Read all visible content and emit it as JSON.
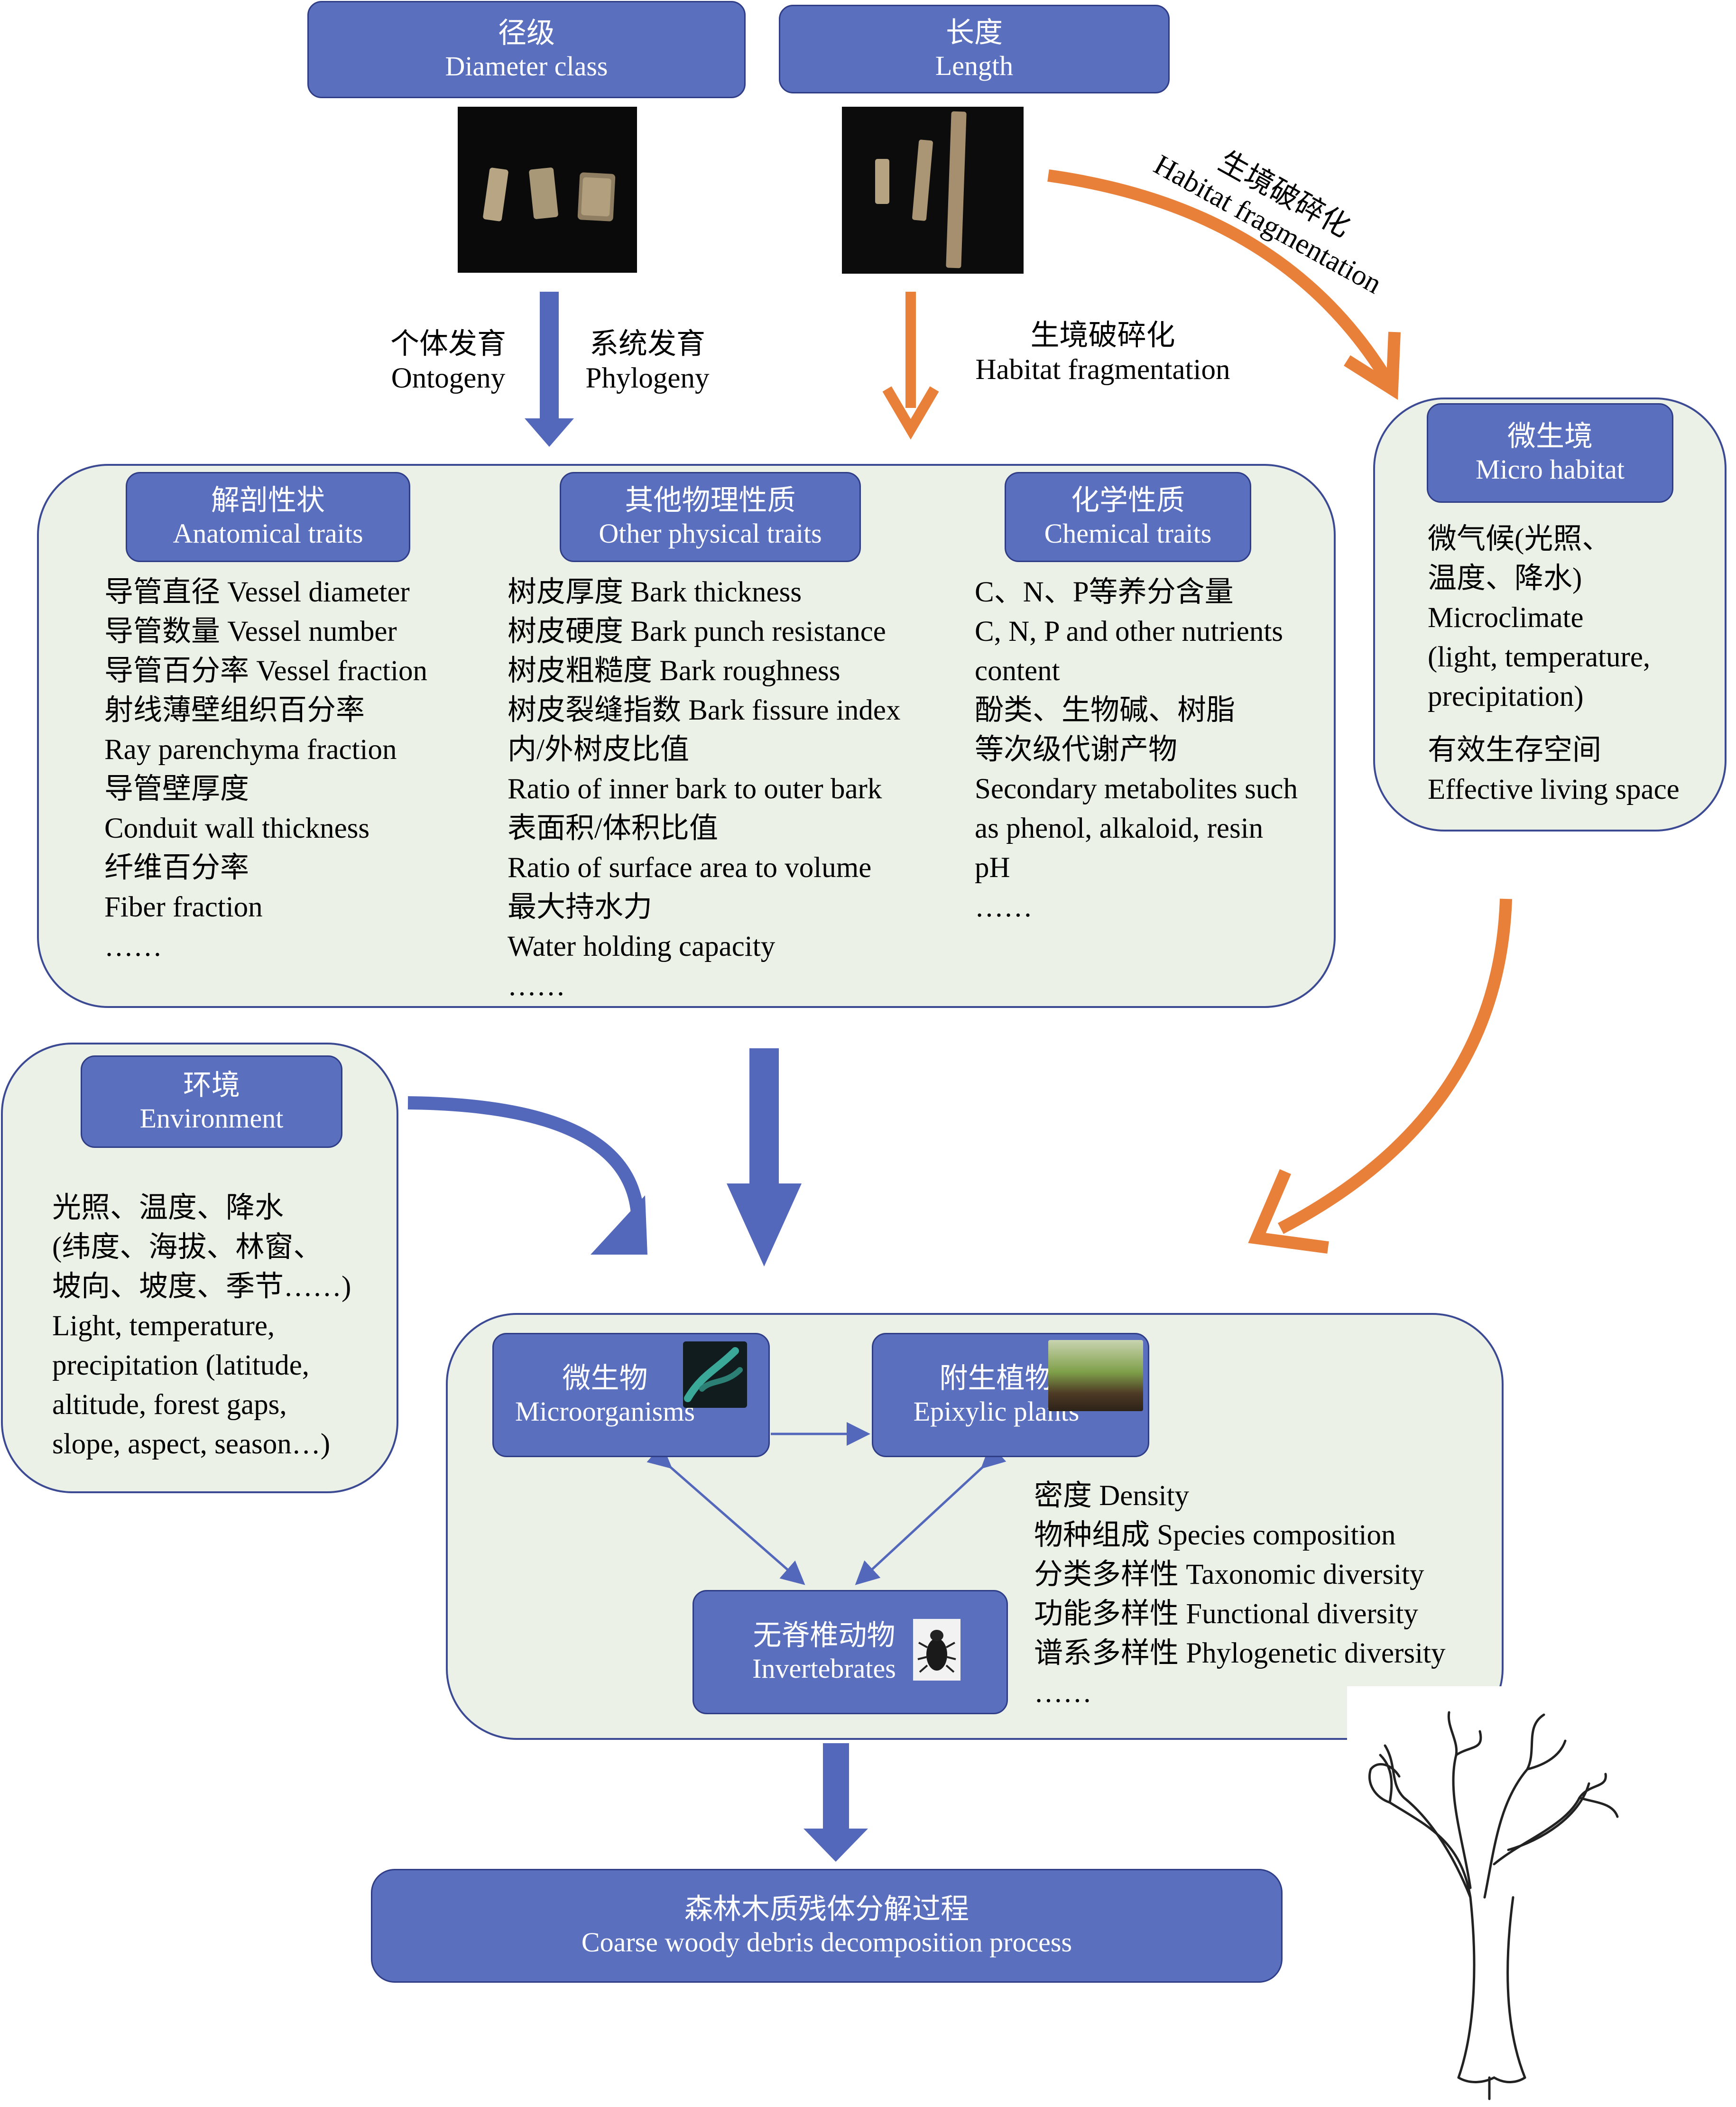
{
  "top": {
    "diameter": {
      "zh": "径级",
      "en": "Diameter class"
    },
    "length": {
      "zh": "长度",
      "en": "Length"
    }
  },
  "arrow_labels": {
    "ontogeny": {
      "zh": "个体发育",
      "en": "Ontogeny"
    },
    "phylogeny": {
      "zh": "系统发育",
      "en": "Phylogeny"
    },
    "habitat_mid": {
      "zh": "生境破碎化",
      "en": "Habitat fragmentation"
    },
    "habitat_curve": {
      "zh": "生境破碎化",
      "en": "Habitat fragmentation"
    }
  },
  "micro_habitat": {
    "header": {
      "zh": "微生境",
      "en": "Micro habitat"
    },
    "lines": [
      "微气候(光照、",
      "温度、降水)",
      "Microclimate",
      "(light, temperature,",
      "precipitation)"
    ],
    "lines2": [
      "有效生存空间",
      "Effective living space"
    ]
  },
  "traits": {
    "anatomical": {
      "header": {
        "zh": "解剖性状",
        "en": "Anatomical traits"
      },
      "lines": [
        "导管直径 Vessel diameter",
        "导管数量 Vessel number",
        "导管百分率 Vessel fraction",
        "射线薄壁组织百分率",
        "Ray parenchyma fraction",
        "导管壁厚度",
        "Conduit wall thickness",
        "纤维百分率",
        "Fiber fraction",
        "……"
      ]
    },
    "physical": {
      "header": {
        "zh": "其他物理性质",
        "en": "Other physical traits"
      },
      "lines": [
        "树皮厚度 Bark thickness",
        "树皮硬度 Bark punch resistance",
        "树皮粗糙度 Bark roughness",
        "树皮裂缝指数 Bark fissure index",
        "内/外树皮比值",
        "Ratio of inner bark to outer bark",
        "表面积/体积比值",
        "Ratio of surface area to volume",
        "最大持水力",
        "Water holding capacity",
        "……"
      ]
    },
    "chemical": {
      "header": {
        "zh": "化学性质",
        "en": "Chemical traits"
      },
      "lines": [
        "C、N、P等养分含量",
        "C, N, P and other nutrients",
        "content",
        "酚类、生物碱、树脂",
        "等次级代谢产物",
        "Secondary metabolites such",
        "as phenol, alkaloid, resin",
        "pH",
        "……"
      ]
    }
  },
  "environment": {
    "header": {
      "zh": "环境",
      "en": "Environment"
    },
    "lines": [
      "光照、温度、降水",
      "(纬度、海拔、林窗、",
      "坡向、坡度、季节……)",
      "Light, temperature,",
      "precipitation (latitude,",
      "altitude, forest gaps,",
      "slope, aspect, season…)"
    ]
  },
  "organisms": {
    "microorganisms": {
      "zh": "微生物",
      "en": "Microorganisms"
    },
    "epixylic": {
      "zh": "附生植物",
      "en": "Epixylic plants"
    },
    "invertebrates": {
      "zh": "无脊椎动物",
      "en": "Invertebrates"
    },
    "lines": [
      "密度 Density",
      "物种组成 Species composition",
      "分类多样性 Taxonomic diversity",
      "功能多样性 Functional diversity",
      "谱系多样性 Phylogenetic diversity",
      "……"
    ]
  },
  "bottom": {
    "zh": "森林木质残体分解过程",
    "en": "Coarse woody debris decomposition process"
  },
  "colors": {
    "box_fill": "#5b6fbf",
    "box_border": "#2f3d86",
    "panel_fill": "#ebf1e7",
    "blue_arrow": "#5468bb",
    "orange_arrow": "#e8803a"
  }
}
